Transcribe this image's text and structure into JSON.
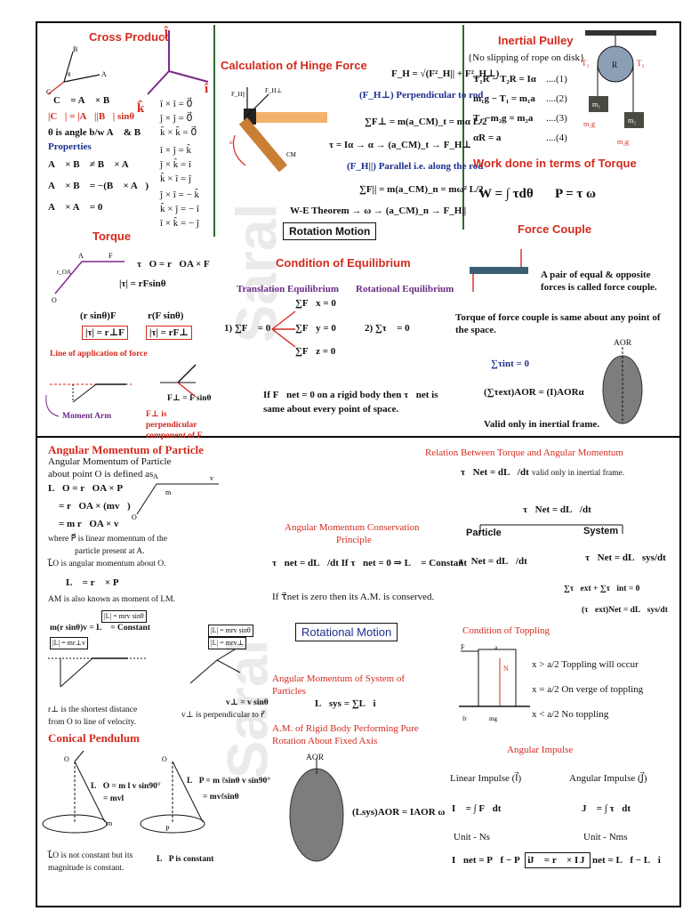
{
  "watermark": "Saral",
  "cross_product": {
    "heading": "Cross Product",
    "def": "C⃗ = A⃗ × B⃗",
    "mag": "|C⃗| = |A⃗||B⃗| sinθ",
    "angle": "θ is angle b/w A⃗ & B⃗",
    "properties_heading": "Properties",
    "props": [
      "A⃗ × B⃗ ≠ B⃗ × A⃗",
      "A⃗ × B⃗ = −(B⃗ × A⃗)",
      "A⃗ × A⃗ = 0⃗"
    ],
    "unit_rules": [
      "î × î = 0⃗",
      "ĵ × ĵ = 0⃗",
      "k̂ × k̂ = 0⃗",
      "î × ĵ = k̂",
      "ĵ × k̂ = î",
      "k̂ × î = ĵ",
      "ĵ × î = − k̂",
      "k̂ × ĵ = − î",
      "î × k̂ = − ĵ"
    ],
    "axes": [
      "ĵ",
      "î",
      "k̂"
    ]
  },
  "hinge": {
    "heading": "Calculation of Hinge Force",
    "fh_eq": "F_H = √(F²_H|| + F²_H⊥)",
    "perp_label": "(F_H⊥) Perpendicular to rod",
    "perp_eq": "∑F⊥ = m(a_CM)_t = mα L/2",
    "tau_line": "τ = Iα → α → (a_CM)_t → F_H⊥",
    "par_label": "(F_H||) Parallel i.e. along the rod",
    "par_eq": "∑F|| = m(a_CM)_n = mω² L/2",
    "we_line": "W-E Theorem → ω → (a_CM)_n → F_H||"
  },
  "inertial_pulley": {
    "heading": "Inertial Pulley",
    "note": "{No slipping of rope on disk}",
    "eqs": [
      "T₁R − T₂R = Iα",
      "m₁g − T₁ = m₁a",
      "T₂ −m₂g = m₂a",
      "αR = a"
    ],
    "nums": [
      "....(1)",
      "....(2)",
      "....(3)",
      "....(4)"
    ]
  },
  "work_torque": {
    "heading": "Work done in terms of Torque",
    "eq1": "W = ∫ τdθ",
    "eq2": "P = τ ω"
  },
  "torque": {
    "heading": "Torque",
    "def": "τ⃗O = r⃗OA × F⃗",
    "mag": "|τ| = rFsinθ",
    "form1": "(r sinθ)F",
    "form2": "r(F sinθ)",
    "box1": "|τ| = r⊥F",
    "box2": "|τ| = rF⊥",
    "line_label": "Line of application of force",
    "moment_arm": "Moment Arm",
    "fperp_label": "F⊥ = F sinθ",
    "fperp_note": "F⊥ is perpendicular component of F⃗"
  },
  "rotation_motion_box": "Rotation Motion",
  "equilibrium": {
    "heading": "Condition of Equilibrium",
    "trans": "Translation Equilibrium",
    "rot": "Rotational Equilibrium",
    "trans_eq": "1) ∑F⃗ = 0",
    "branches": [
      "∑F⃗x = 0",
      "∑F⃗y = 0",
      "∑F⃗z = 0"
    ],
    "rot_eq": "2) ∑τ⃗ = 0",
    "note": "If F⃗net = 0 on a rigid body then τ⃗net is same about every point of space."
  },
  "force_couple": {
    "heading": "Force Couple",
    "desc": "A pair of equal & opposite forces is called force couple.",
    "torque_note": "Torque of force couple is same about any point of the space.",
    "tint": "∑τint = 0",
    "text": "(∑τext)AOR = (I)AORα",
    "valid": "Valid only in inertial frame.",
    "aor": "AOR"
  },
  "am_particle": {
    "heading": "Angular Momentum of Particle",
    "lines": [
      "Angular Momentum of Particle",
      "about point O is defined as"
    ],
    "eqs": [
      "L⃗O = r⃗OA × P⃗",
      "= r⃗OA × (mv⃗)",
      "= m r⃗OA × v⃗"
    ],
    "where": [
      "where P⃗ is linear momentum of the",
      "particle present at A.",
      "L⃗O is angular momentum about O."
    ],
    "lrp": "L⃗ = r⃗ × P⃗",
    "am_moment": "AM is also known as moment of LM.",
    "const1": "m(r sinθ)v = L⃗ = Constant",
    "box_a": "|L| = mrv sinθ",
    "box_b": "|L| = mr⊥v",
    "box_c": "|L| = mrv sinθ",
    "box_d": "|L| = mrv⊥",
    "vperp": "v⊥ = v sinθ",
    "rperp_note": [
      "r⊥ is the shortest distance",
      "from O to line of velocity."
    ],
    "vperp_note": "v⊥ is perpendicular to r⃗"
  },
  "torque_am": {
    "heading": "Relation Between Torque and Angular Momentum",
    "eq": "τ⃗Net = dL⃗/dt",
    "valid": "valid only in inertial frame.",
    "top": "τ⃗Net = dL⃗/dt",
    "particle": "Particle",
    "system": "System",
    "p_eq": "τ⃗Net = dL⃗/dt",
    "s_eq": "τ⃗Net = dL⃗sys/dt",
    "sum": "∑τ⃗ext + ∑τ⃗int = 0",
    "ext": "(τ⃗ext)Net = dL⃗sys/dt"
  },
  "am_conservation": {
    "heading": [
      "Angular Momentum Conservation",
      "Principle"
    ],
    "eq": "τ⃗net = dL⃗/dt   If τ⃗net = 0 ⇒ L⃗ = Constant",
    "note": "If τ⃗net is zero then its A.M. is conserved."
  },
  "rotational_motion_box": "Rotational Motion",
  "toppling": {
    "heading": "Condition of Toppling",
    "rules": [
      "x > a/2  Toppling will occur",
      "x = a/2  On verge of toppling",
      "x < a/2  No toppling"
    ]
  },
  "am_system": {
    "heading": [
      "Angular Momentum of System of",
      "Particles"
    ],
    "eq": "L⃗sys = ∑L⃗i"
  },
  "am_rigid": {
    "heading": [
      "A.M. of Rigid Body Performing Pure",
      "Rotation About Fixed Axis"
    ],
    "eq": "(Lsys)AOR = IAOR ω",
    "aor": "AOR"
  },
  "conical": {
    "heading": "Conical Pendulum",
    "eq1": [
      "L⃗O = m l v sin90°",
      "= mvl"
    ],
    "eq2": [
      "L⃗P = m ℓsinθ v sin90°",
      "= mvℓsinθ"
    ],
    "note1": [
      "L⃗O is not constant but its",
      "magnitude is constant."
    ],
    "note2": "L⃗P is constant"
  },
  "angular_impulse": {
    "heading": "Angular Impulse",
    "linear": "Linear Impulse (I⃗)",
    "angular": "Angular Impulse (J⃗)",
    "leq": "I⃗ = ∫ F⃗dt",
    "aeq": "J⃗ = ∫ τ⃗dt",
    "lunit": "Unit - Ns",
    "aunit": "Unit - Nms",
    "lnet": "I⃗net = P⃗f − P⃗i",
    "jrI": "J⃗ = r⃗ × I⃗",
    "anet": "J⃗net = L⃗f − L⃗i"
  }
}
